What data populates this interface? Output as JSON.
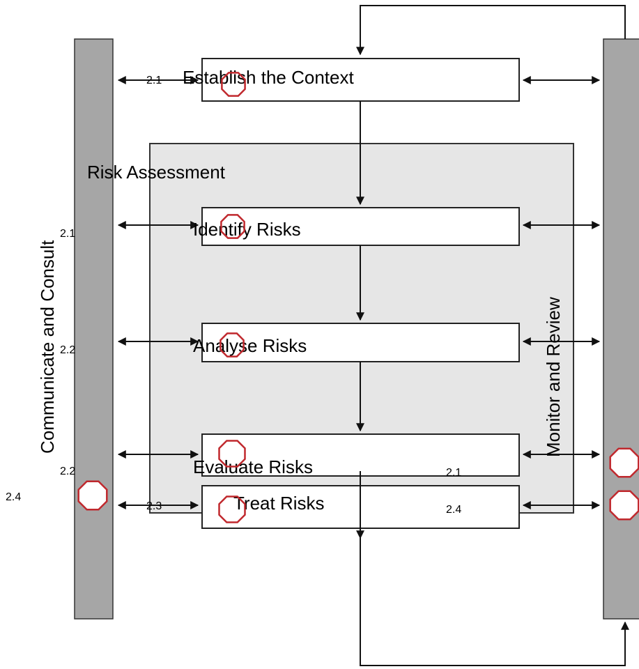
{
  "steps": {
    "establish": "Establish the Context",
    "identify": "Identify Risks",
    "analyse": "Analyse Risks",
    "evaluate": "Evaluate Risks",
    "treat": "Treat Risks"
  },
  "labels": {
    "risk_assessment": "Risk Assessment",
    "communicate": "Communicate and Consult",
    "monitor": "Monitor and Review"
  },
  "refs": {
    "establish": "2.1",
    "identify": "2.1",
    "analyse": "2.2",
    "evaluate": "2.2",
    "treat": "2.3",
    "left_margin": "2.4",
    "right_a": "2.1",
    "right_b": "2.4"
  },
  "colors": {
    "side_bar": "#a6a6a6",
    "assessment_region": "#e6e6e6",
    "marker": "#c0282d"
  }
}
